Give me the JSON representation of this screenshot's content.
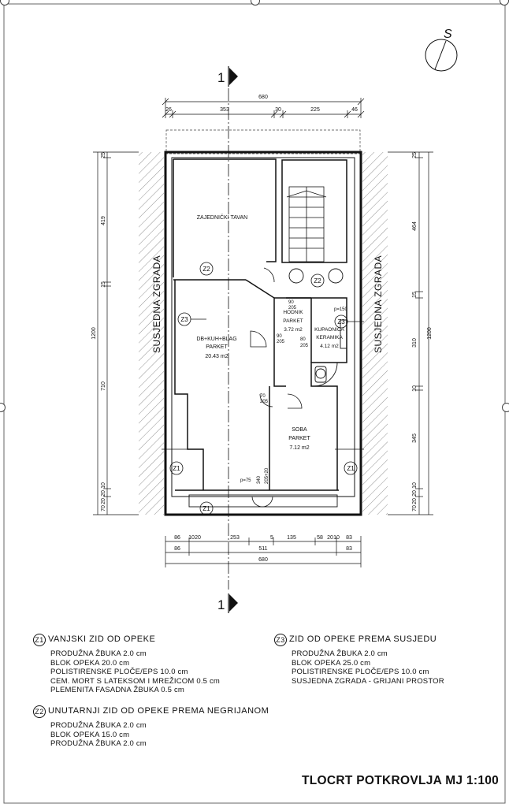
{
  "plan": {
    "north_label": "S",
    "section_mark": "1",
    "neighbor_label": "SUSJEDNA ZGRADA",
    "title": "TLOCRT POTKROVLJA MJ 1:100",
    "dims_top": {
      "total": "680",
      "parts": [
        "26",
        "353",
        "30",
        "225",
        "46"
      ]
    },
    "dims_bottom": {
      "row1": [
        "86",
        "10",
        "20",
        "253",
        "5",
        "135",
        "58",
        "20",
        "10",
        "83"
      ],
      "row2": [
        "86",
        "511",
        "83"
      ],
      "total": "680"
    },
    "dims_left": {
      "total": "1200",
      "parts": [
        "25",
        "419",
        "15",
        "710",
        "10",
        "20",
        "20",
        "70"
      ]
    },
    "dims_right": {
      "total": "1200",
      "parts": [
        "25",
        "464",
        "15",
        "310",
        "10",
        "345",
        "10",
        "20",
        "20",
        "70"
      ]
    },
    "rooms": [
      {
        "name": "ZAJEDNIČKI TAVAN",
        "floor": "",
        "area": ""
      },
      {
        "name": "DB+KUH+BLAG",
        "floor": "PARKET",
        "area": "20.43 m2"
      },
      {
        "name": "HODNIK",
        "floor": "PARKET",
        "area": "3.72 m2"
      },
      {
        "name": "KUPAONICA",
        "floor": "KERAMIKA",
        "area": "4.12 m2"
      },
      {
        "name": "SOBA",
        "floor": "PARKET",
        "area": "7.12 m2"
      }
    ],
    "door_labels": {
      "d1": "90",
      "d1b": "205",
      "d2": "90",
      "d2b": "205",
      "d3": "80",
      "d3b": "205",
      "d4": "70",
      "d4b": "205",
      "w1": "p=150",
      "w2": "p=75",
      "w2b": "340",
      "w2c": "205+20"
    },
    "wall_tags": [
      "Z1",
      "Z2",
      "Z3"
    ]
  },
  "legend": {
    "z1": {
      "code": "Z1",
      "title": "VANJSKI ZID OD OPEKE",
      "lines": [
        "PRODUŽNA ŽBUKA 2.0 cm",
        "BLOK OPEKA 20.0 cm",
        "POLISTIRENSKE PLOČE/EPS 10.0 cm",
        "CEM. MORT S LATEKSOM I MREŽICOM 0.5 cm",
        "PLEMENITA FASADNA ŽBUKA 0.5 cm"
      ]
    },
    "z2": {
      "code": "Z2",
      "title": "UNUTARNJI ZID OD OPEKE PREMA NEGRIJANOM",
      "lines": [
        "PRODUŽNA ŽBUKA 2.0 cm",
        "BLOK OPEKA 15.0 cm",
        "PRODUŽNA ŽBUKA 2.0 cm"
      ]
    },
    "z3": {
      "code": "Z3",
      "title": "ZID OD OPEKE PREMA SUSJEDU",
      "lines": [
        "PRODUŽNA ŽBUKA 2.0 cm",
        "BLOK OPEKA 25.0 cm",
        "POLISTIRENSKE PLOČE/EPS 10.0 cm",
        "SUSJEDNA ZGRADA - GRIJANI PROSTOR"
      ]
    }
  }
}
